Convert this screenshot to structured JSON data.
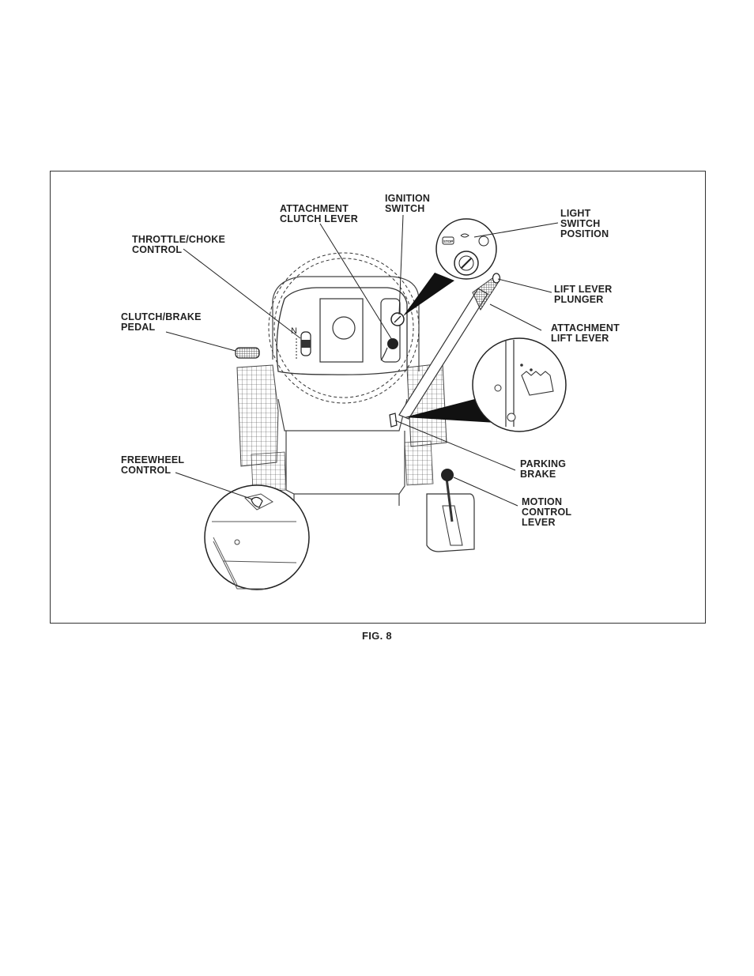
{
  "figure": {
    "caption": "FIG. 8",
    "labels": {
      "attachment_clutch_lever": "ATTACHMENT\nCLUTCH LEVER",
      "ignition_switch": "IGNITION\nSWITCH",
      "light_switch_position": "LIGHT\nSWITCH\nPOSITION",
      "throttle_choke_control": "THROTTLE/CHOKE\nCONTROL",
      "lift_lever_plunger": "LIFT LEVER\nPLUNGER",
      "attachment_lift_lever": "ATTACHMENT\nLIFT LEVER",
      "clutch_brake_pedal": "CLUTCH/BRAKE\nPEDAL",
      "freewheel_control": "FREEWHEEL\nCONTROL",
      "parking_brake": "PARKING\nBRAKE",
      "motion_control_lever": "MOTION\nCONTROL\nLEVER"
    },
    "neutral_mark": "N",
    "ignition_positions": [
      "STOP"
    ]
  }
}
